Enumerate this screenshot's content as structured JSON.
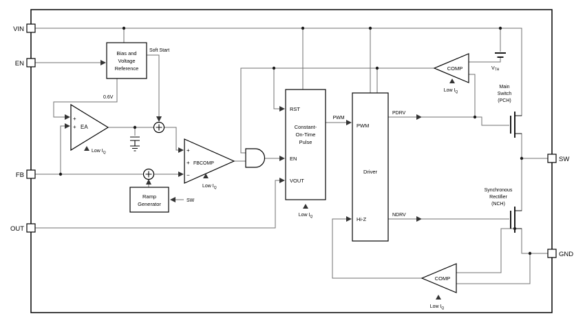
{
  "colors": {
    "background": "#ffffff",
    "ink": "#000000",
    "wire": "#6f6f6f"
  },
  "pins": {
    "vin": "VIN",
    "en": "EN",
    "fb": "FB",
    "out": "OUT",
    "sw": "SW",
    "gnd": "GND"
  },
  "blocks": {
    "bias": [
      "Bias and",
      "Voltage",
      "Reference"
    ],
    "ramp": [
      "Ramp",
      "Generator"
    ],
    "cot": {
      "lines": [
        "Constant-",
        "On-Time",
        "Pulse"
      ],
      "rst": "RST",
      "en": "EN",
      "vout": "VOUT"
    },
    "driver": {
      "title": "Driver",
      "pwm": "PWM",
      "hiz": "Hi-Z"
    },
    "ea": "EA",
    "fbcomp": "FBCOMP",
    "comp": "COMP"
  },
  "labels": {
    "soft_start": "Soft Start",
    "vref": "0.6V",
    "pwm": "PWM",
    "pdrv": "PDRV",
    "ndrv": "NDRV",
    "sw_feedback": "SW",
    "low_iq_base": "Low I",
    "low_iq_sub": "Q",
    "vth_base": "V",
    "vth_sub": "TH",
    "main_switch": [
      "Main",
      "Switch",
      "(PCH)"
    ],
    "sync_rect": [
      "Synchronous",
      "Rectifier",
      "(NCH)"
    ]
  },
  "symbols": {
    "plus": "+",
    "minus": "−"
  }
}
